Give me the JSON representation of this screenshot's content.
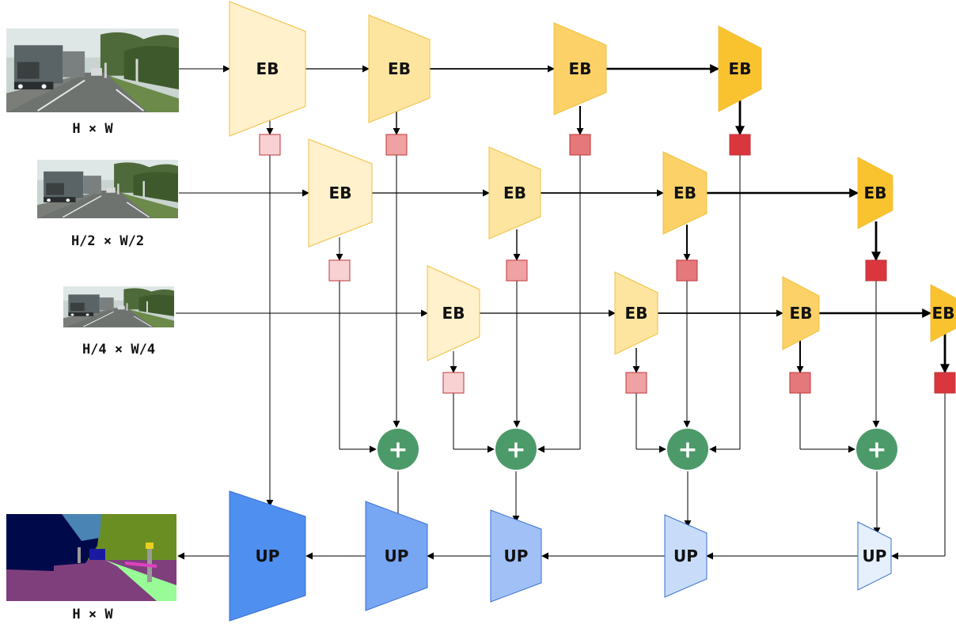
{
  "labels": {
    "encoder": "EB",
    "upsampler": "UP",
    "add": "+"
  },
  "captions": {
    "input_full": "H × W",
    "input_half": "H/2 × W/2",
    "input_quarter": "H/4 × W/4",
    "output": "H × W"
  },
  "icons": {
    "input_image": "street-scene-photo-icon",
    "output_image": "segmentation-map-icon"
  },
  "colors": {
    "encoder_fill": [
      "#fff1cc",
      "#fde5a0",
      "#fcd167",
      "#f9c22f"
    ],
    "encoder_stroke": "#f1c040",
    "feature_fill": [
      "#f8d2d3",
      "#eea2a4",
      "#e4787b",
      "#d9373d"
    ],
    "feature_stroke": "#c0363a",
    "fusion_fill": "#4c9a6a",
    "upsampler_fill": [
      "#4f8fef",
      "#77a6f3",
      "#a1c1f6",
      "#c8dcfa",
      "#e6f0fd"
    ],
    "upsampler_stroke": "#3a6fd4"
  }
}
